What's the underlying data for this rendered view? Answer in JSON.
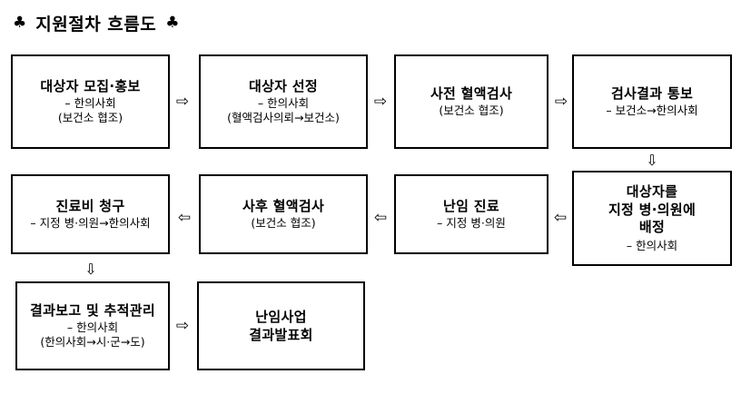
{
  "title": {
    "ornament_left": "♣",
    "ornament_right": "♣",
    "text": "지원절차 흐름도"
  },
  "flow": {
    "nodes": [
      {
        "id": "recruit",
        "title": "대상자 모집·홍보",
        "sublines": [
          "– 한의사회",
          "(보건소 협조)"
        ]
      },
      {
        "id": "select",
        "title": "대상자 선정",
        "sublines": [
          "– 한의사회",
          "(혈액검사의뢰→보건소)"
        ]
      },
      {
        "id": "pre-blood-test",
        "title": "사전 혈액검사",
        "sublines": [
          "(보건소 협조)"
        ]
      },
      {
        "id": "result-notice",
        "title": "검사결과 통보",
        "sublines": [
          "– 보건소→한의사회"
        ]
      },
      {
        "id": "assign-clinic",
        "title": "대상자를\n지정 병·의원에\n배정",
        "title_lines": [
          "대상자를",
          "지정 병·의원에",
          "배정"
        ],
        "sublines": [
          "– 한의사회"
        ]
      },
      {
        "id": "infertility-care",
        "title": "난임 진료",
        "sublines": [
          "– 지정 병·의원"
        ]
      },
      {
        "id": "post-blood-test",
        "title": "사후 혈액검사",
        "sublines": [
          "(보건소 협조)"
        ]
      },
      {
        "id": "fee-claim",
        "title": "진료비 청구",
        "sublines": [
          "– 지정 병·의원→한의사회"
        ]
      },
      {
        "id": "report-followup",
        "title": "결과보고 및 추적관리",
        "sublines": [
          "– 한의사회",
          "(한의사회→시·군→도)"
        ]
      },
      {
        "id": "presentation",
        "title": "난임사업\n결과발표회",
        "title_lines": [
          "난임사업",
          "결과발표회"
        ],
        "sublines": []
      }
    ],
    "connectors": [
      {
        "id": "a1",
        "glyph": "⇨",
        "direction": "right"
      },
      {
        "id": "a2",
        "glyph": "⇨",
        "direction": "right"
      },
      {
        "id": "a3",
        "glyph": "⇨",
        "direction": "right"
      },
      {
        "id": "a4",
        "glyph": "⇩",
        "direction": "down"
      },
      {
        "id": "a5",
        "glyph": "⇦",
        "direction": "left"
      },
      {
        "id": "a6",
        "glyph": "⇦",
        "direction": "left"
      },
      {
        "id": "a7",
        "glyph": "⇦",
        "direction": "left"
      },
      {
        "id": "a8",
        "glyph": "⇩",
        "direction": "down"
      },
      {
        "id": "a9",
        "glyph": "⇨",
        "direction": "right"
      }
    ]
  },
  "colors": {
    "ink": "#000000",
    "paper": "#ffffff"
  }
}
